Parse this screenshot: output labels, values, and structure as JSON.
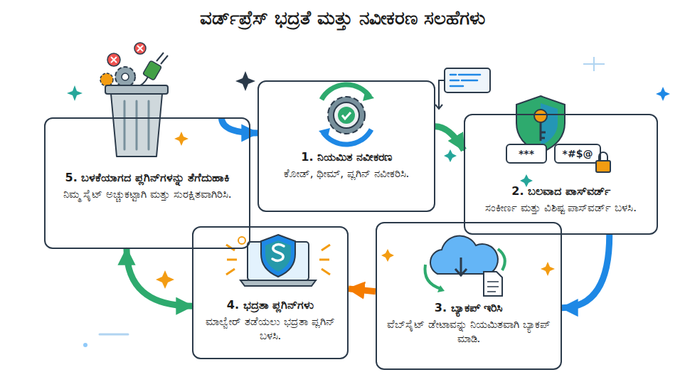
{
  "diagram": {
    "title": "ವರ್ಡ್‌ಪ್ರೆಸ್ ಭದ್ರತೆ ಮತ್ತು ನವೀಕರಣ ಸಲಹೆಗಳು",
    "nodes": [
      {
        "text": [
          "1. ನಿಯಮಿತ ನವೀಕರಣ",
          "ಕೋಡ್, ಥೀಮ್, ಪ್ಲಗಿನ್ ನವೀಕರಿಸಿ."
        ]
      },
      {
        "text": [
          "2. ಬಲವಾದ ಪಾಸ್‌ವರ್ಡ್",
          "ಸಂಕೀರ್ಣ ಮತ್ತು ವಿಶಿಷ್ಟ ಪಾಸ್‌ವರ್ಡ್ ಬಳಸಿ."
        ]
      },
      {
        "text": [
          "3. ಬ್ಯಾಕಪ್ ಇರಿಸಿ",
          "ವೆಬ್‌ಸೈಟ್ ಡೇಟಾವನ್ನು ನಿಯಮಿತವಾಗಿ ಬ್ಯಾಕಪ್ ಮಾಡಿ."
        ]
      },
      {
        "text": [
          "4. ಭದ್ರತಾ ಪ್ಲಗಿನ್‌ಗಳು",
          "ಮಾಲ್ವೇರ್ ತಡೆಯಲು ಭದ್ರತಾ ಪ್ಲಗಿನ್ ಬಳಸಿ."
        ]
      },
      {
        "text": [
          "5. ಬಳಕೆಯಾಗದ ಪ್ಲಗಿನ್‌ಗಳನ್ನು ತೆಗೆದುಹಾಕಿ",
          "ನಿಮ್ಮ ಸೈಟ್ ಅಚ್ಚುಕಟ್ಟಾಗಿ ಮತ್ತು ಸುರಕ್ಷಿತವಾಗಿರಿಸಿ."
        ]
      }
    ],
    "edges": [
      {
        "from": 4,
        "to": 0,
        "arrow": "to"
      },
      {
        "from": 0,
        "to": 1,
        "arrow": "to"
      },
      {
        "from": 1,
        "to": 2,
        "arrow": "to"
      },
      {
        "from": 2,
        "to": 3,
        "arrow": "to"
      },
      {
        "from": 3,
        "to": 4,
        "arrow": "both"
      }
    ],
    "labels": [
      "***",
      "*#$@"
    ]
  }
}
